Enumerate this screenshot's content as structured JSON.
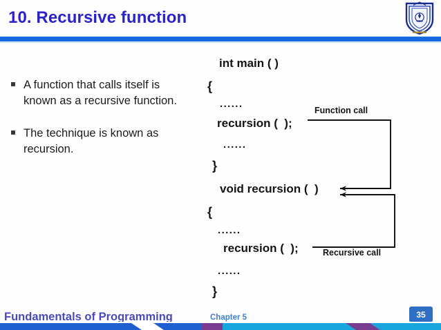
{
  "slide": {
    "title": "10. Recursive function",
    "logo_icon": "university-shield-crest-icon",
    "accent_color": "#1569e0",
    "title_color": "#2b22c8"
  },
  "bullets": [
    {
      "marker": "square-bullet-icon",
      "text": "A function that calls itself is known as a recursive function."
    },
    {
      "marker": "square-bullet-icon",
      "text": "The technique is known as recursion."
    }
  ],
  "code": {
    "lines": [
      {
        "id": "main-signature",
        "text": "int main ( )"
      },
      {
        "id": "main-open-brace",
        "text": "{"
      },
      {
        "id": "main-ellipsis-1",
        "text": "......"
      },
      {
        "id": "main-recursion-call",
        "text": "recursion (  );"
      },
      {
        "id": "main-ellipsis-2",
        "text": "......"
      },
      {
        "id": "main-close-brace",
        "text": "}"
      },
      {
        "id": "void-signature",
        "text": "void recursion (  )"
      },
      {
        "id": "void-open-brace",
        "text": "{"
      },
      {
        "id": "void-ellipsis-1",
        "text": "......"
      },
      {
        "id": "void-recursion-call",
        "text": "recursion (  );"
      },
      {
        "id": "void-ellipsis-2",
        "text": "......"
      },
      {
        "id": "void-close-brace",
        "text": "}"
      }
    ]
  },
  "annotations": {
    "function_call_label": "Function call",
    "recursive_call_label": "Recursive call"
  },
  "footer": {
    "course": "Fundamentals of Programming",
    "chapter": "Chapter 5",
    "page_number": "35",
    "badge_color": "#2e6fc4",
    "course_color": "#4a4ab8",
    "chapter_color": "#3d7fd0",
    "bar_colors": [
      "#1f5fd0",
      "#1f5fd0",
      "#7a3c8f",
      "#7a3c8f",
      "#19a6dd",
      "#19a6dd"
    ]
  }
}
